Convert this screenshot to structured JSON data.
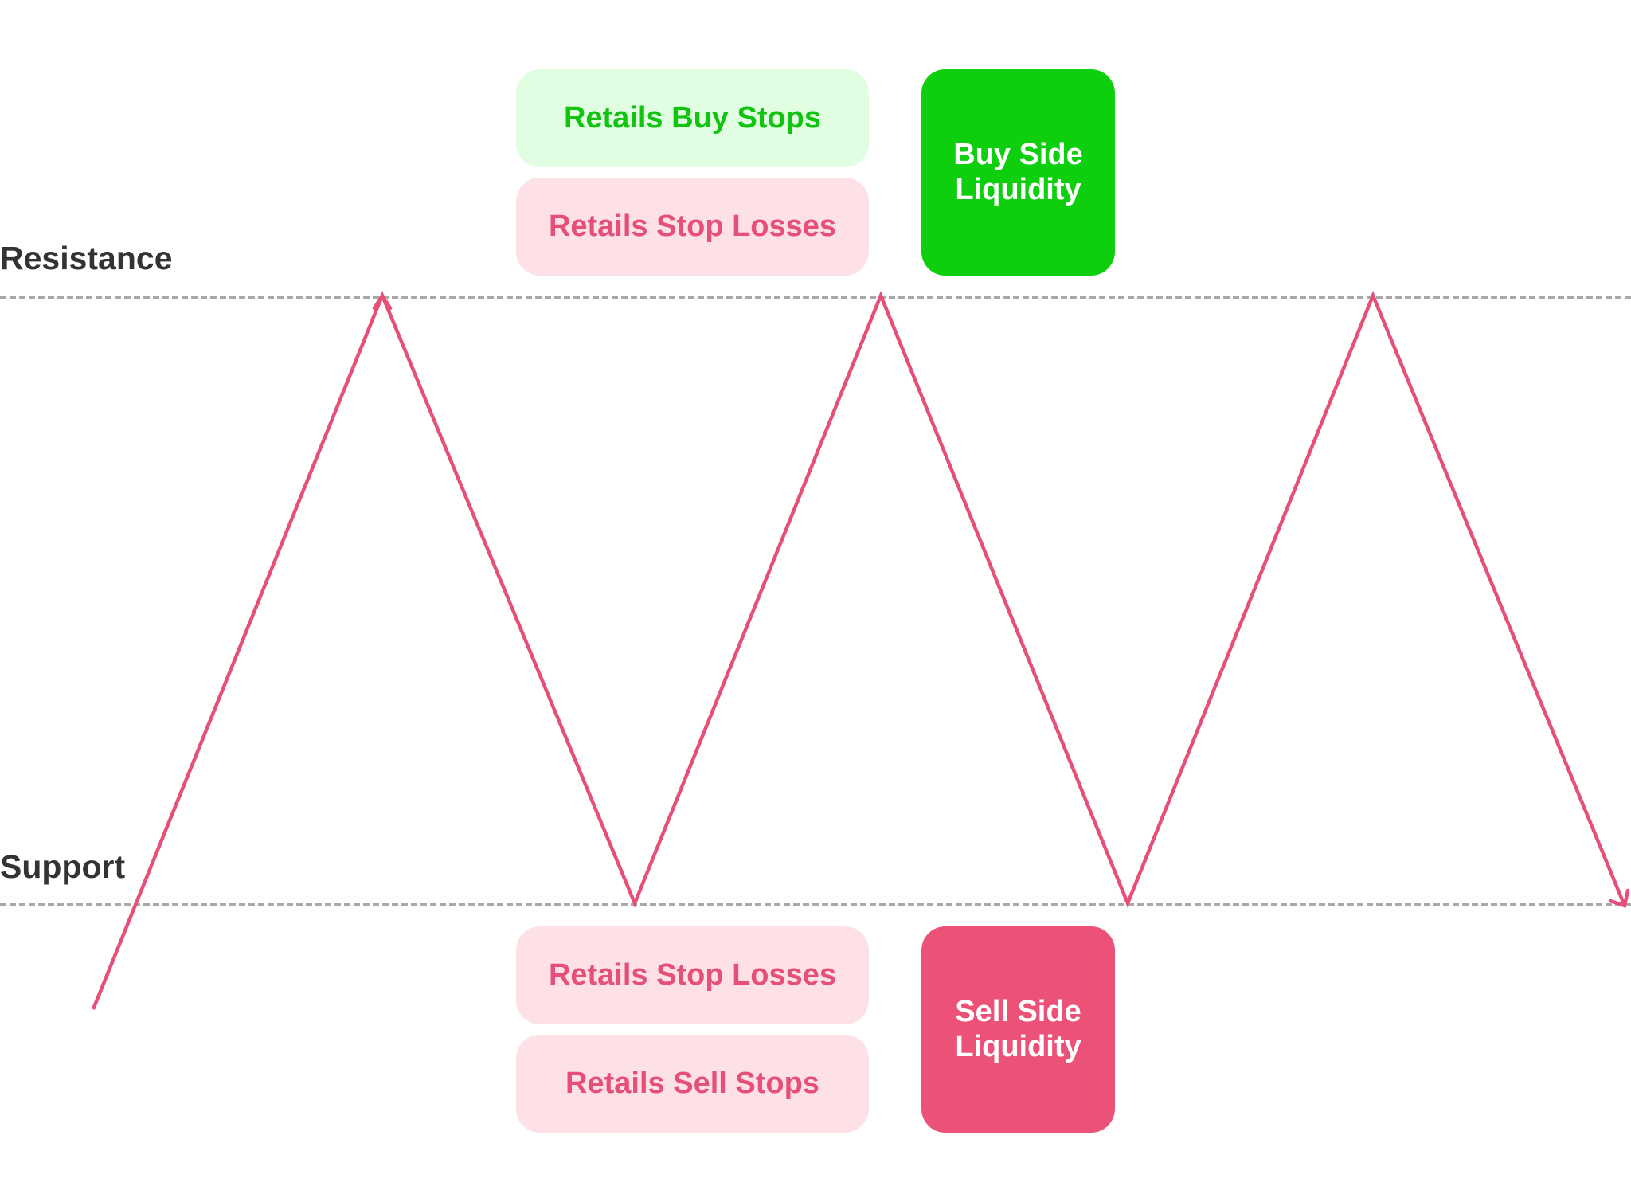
{
  "levels": {
    "resistance": "Resistance",
    "support": "Support"
  },
  "buy_side": {
    "pills": [
      "Retails Buy Stops",
      "Retails Stop Losses"
    ],
    "box_lines": [
      "Buy Side",
      "Liquidity"
    ]
  },
  "sell_side": {
    "pills": [
      "Retails Stop Losses",
      "Retails Sell Stops"
    ],
    "box_lines": [
      "Sell Side",
      "Liquidity"
    ]
  },
  "colors": {
    "price_line": "#e64f78",
    "guide_line": "#a9a9a9",
    "buy_accent": "#0ecf0e",
    "sell_accent": "#ec5278"
  }
}
